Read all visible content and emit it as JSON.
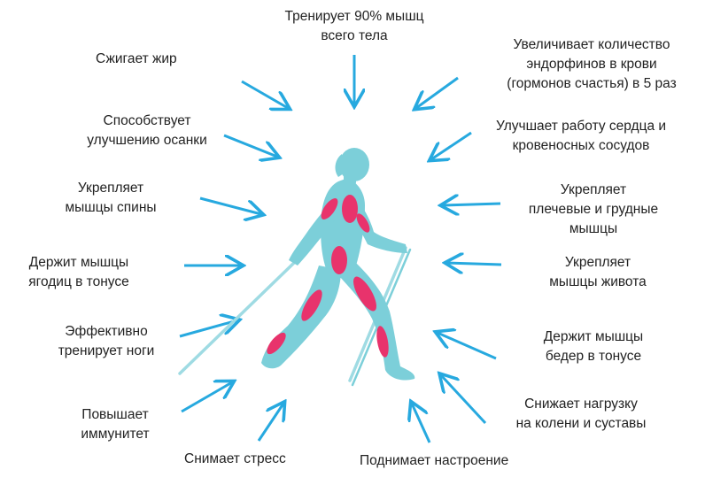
{
  "colors": {
    "arrow": "#27a9df",
    "body": "#7ccfd9",
    "muscle": "#e8336c",
    "pole": "#9fdbe3",
    "text": "#222222"
  },
  "figure": {
    "icon": "nordic-walker-figure-icon"
  },
  "labels": {
    "top": [
      "Тренирует 90% мышц",
      "всего тела"
    ],
    "fat": [
      "Сжигает жир"
    ],
    "endorphins": [
      "Увеличивает количество",
      "эндорфинов в крови",
      "(гормонов счастья) в 5 раз"
    ],
    "posture": [
      "Способствует",
      "улучшению осанки"
    ],
    "heart": [
      "Улучшает работу сердца и",
      "кровеносных сосудов"
    ],
    "back": [
      "Укрепляет",
      "мышцы спины"
    ],
    "chest": [
      "Укрепляет",
      "плечевые и грудные",
      "мышцы"
    ],
    "glutes": [
      "Держит мышцы",
      "ягодиц в тонусе"
    ],
    "abs": [
      "Укрепляет",
      "мышцы живота"
    ],
    "legs": [
      "Эффективно",
      "тренирует ноги"
    ],
    "thighs": [
      "Держит мышцы",
      "бедер в тонусе"
    ],
    "immunity": [
      "Повышает",
      "иммунитет"
    ],
    "joints": [
      "Снижает нагрузку",
      "на колени и суставы"
    ],
    "stress": [
      "Снимает стресс"
    ],
    "mood": [
      "Поднимает настроение"
    ]
  }
}
